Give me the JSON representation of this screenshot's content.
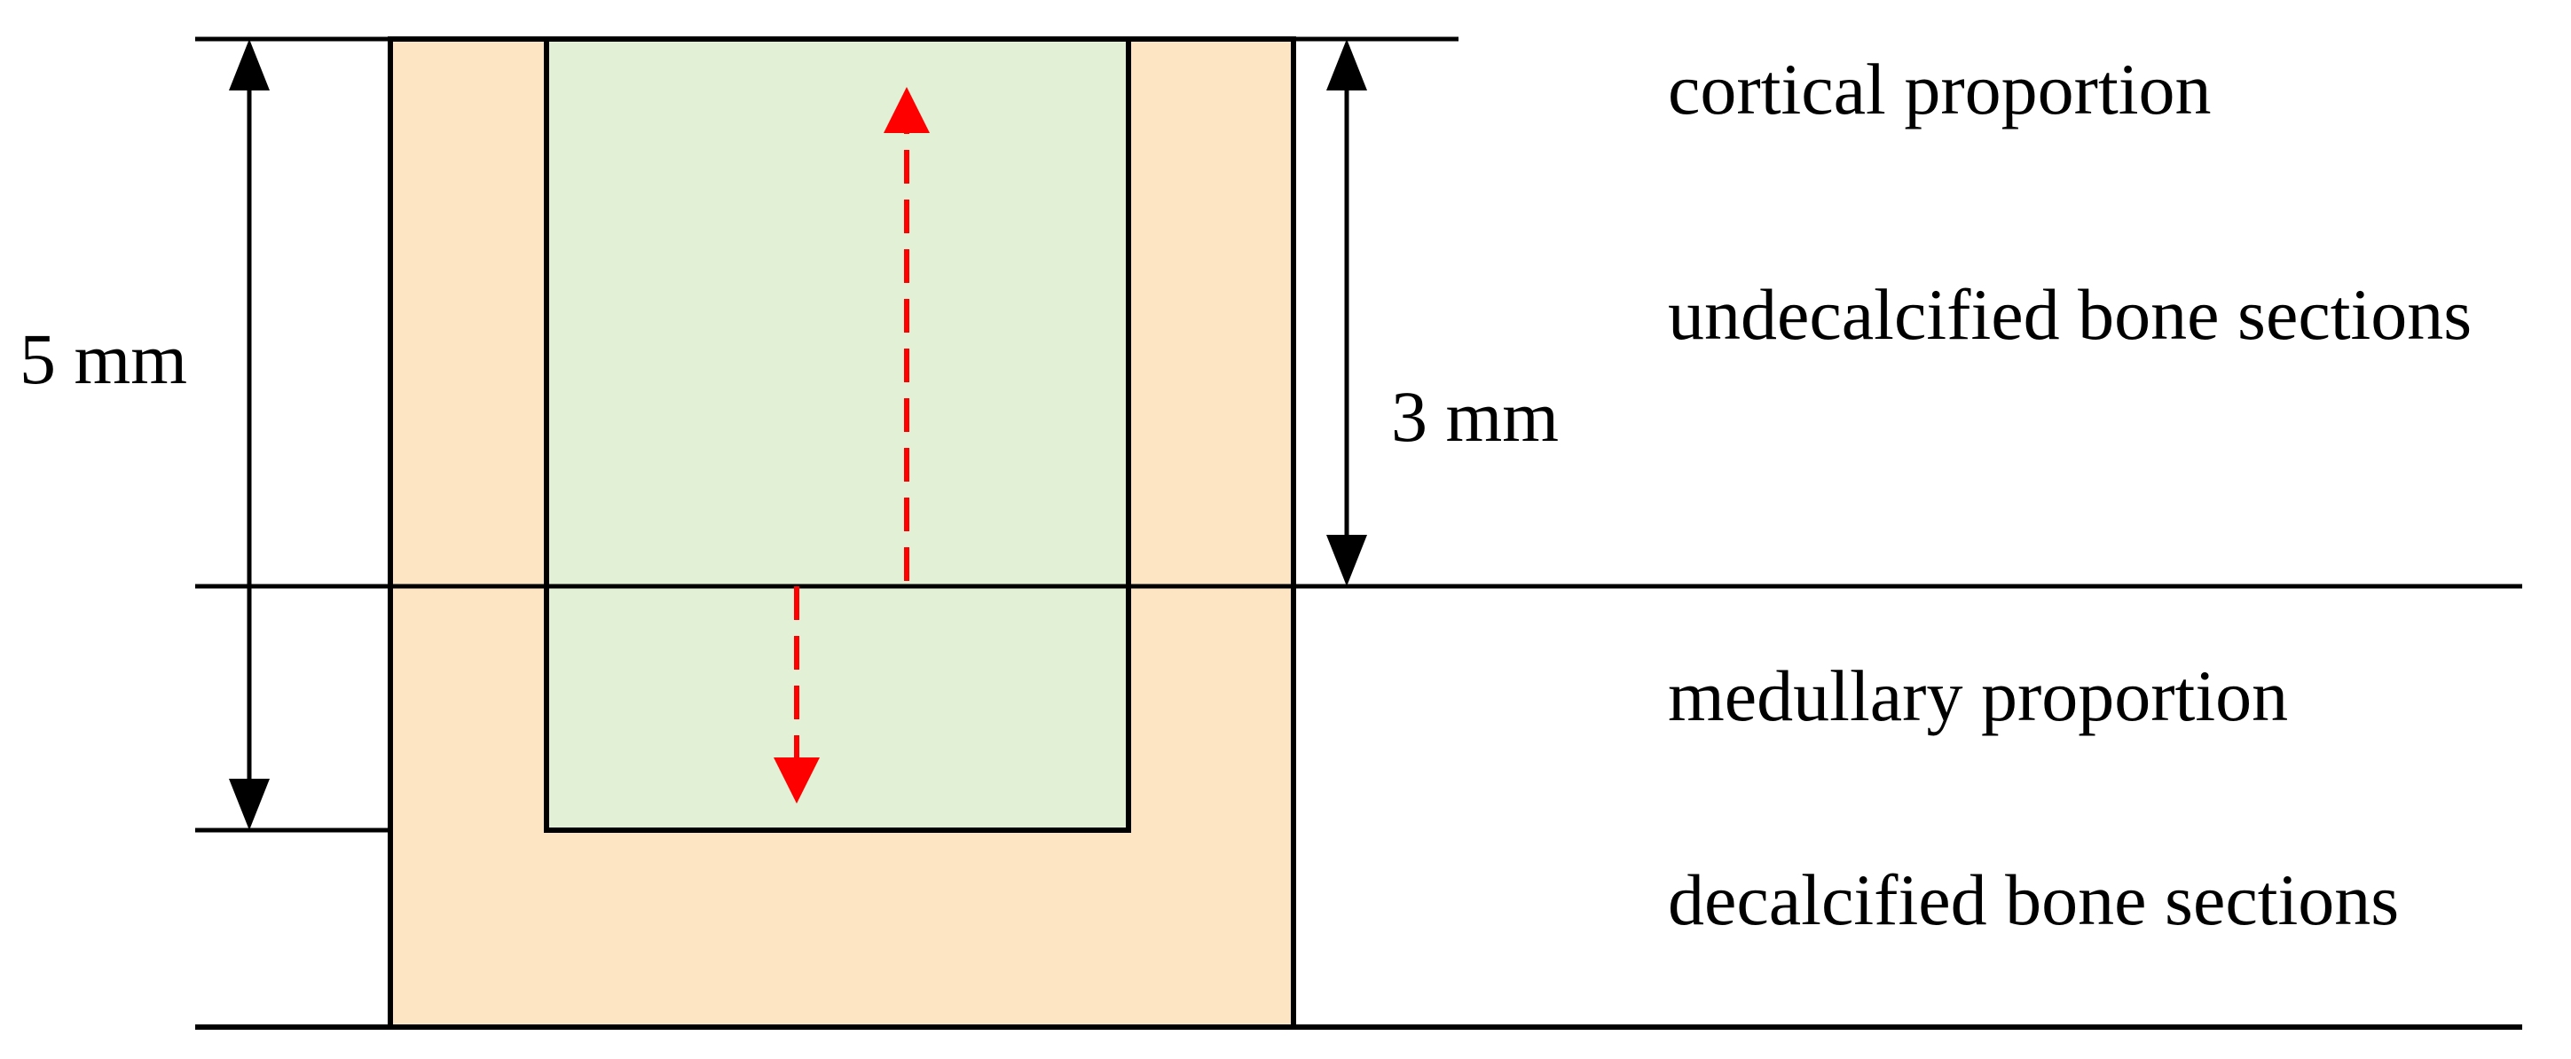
{
  "dimensions": {
    "total": "5 mm",
    "upper": "3 mm"
  },
  "labels": {
    "cortical": "cortical proportion",
    "undecalcified": "undecalcified bone sections",
    "medullary": "medullary proportion",
    "decalcified": "decalcified bone sections"
  },
  "colors": {
    "bone": "#fde5c4",
    "implant": "#e2f1d5",
    "outline": "#000000",
    "arrow_dashed": "#ff0000"
  }
}
